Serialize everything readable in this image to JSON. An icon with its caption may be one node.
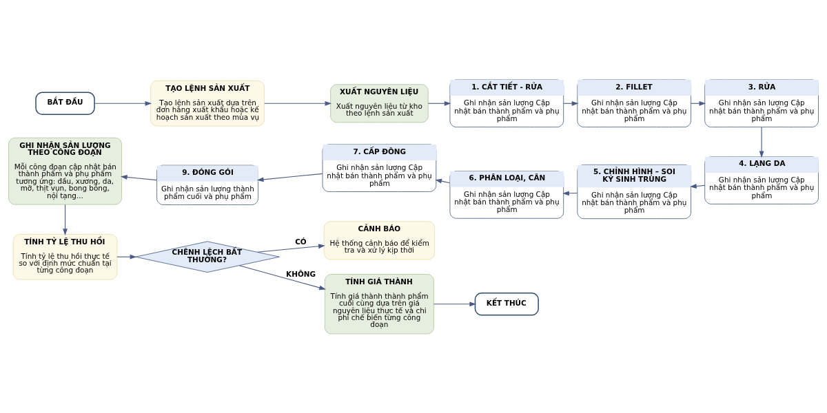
{
  "diagram": {
    "nodes": [
      {
        "text": [
          "BẮT ĐẦU"
        ]
      },
      {
        "text": [
          "TẠO LỆNH SẢN XUẤT",
          "Tạo lệnh sản xuất dựa trên đơn hàng xuất khẩu hoặc kế hoạch sản xuất theo mùa vụ"
        ]
      },
      {
        "text": [
          "XUẤT NGUYÊN LIỆU",
          "Xuất nguyên liệu từ kho theo lệnh sản xuất"
        ]
      },
      {
        "text": [
          "1. CẮT TIẾT - RỬA",
          "Ghi nhận sản lượng Cập nhật bán thành phẩm và phụ phẩm"
        ]
      },
      {
        "text": [
          "2. FILLET",
          "Ghi nhận sản lượng Cập nhật bán thành phẩm và phụ phẩm"
        ]
      },
      {
        "text": [
          "3. RỬA",
          "Ghi nhận sản lượng Cập nhật bán thành phẩm và phụ phẩm"
        ]
      },
      {
        "text": [
          "4. LẠNG DA",
          "Ghi nhận sản lượng Cập nhật bán thành phẩm và phụ phẩm"
        ]
      },
      {
        "text": [
          "5. CHỈNH HÌNH – SOI KÝ SINH TRÙNG",
          "Ghi nhận sản lượng Cập nhật bán thành phẩm và phụ phẩm"
        ]
      },
      {
        "text": [
          "6. PHÂN LOẠI, CÂN",
          "Ghi nhận sản lượng Cập nhật bán thành phẩm và phụ phẩm"
        ]
      },
      {
        "text": [
          "7. CẤP ĐÔNG",
          "Ghi nhận sản lượng Cập nhật bán thành phẩm và phụ phẩm"
        ]
      },
      {
        "text": [
          "9. ĐÓNG GÓI",
          "Ghi nhận sản lượng thành phẩm cuối và phụ phẩm"
        ]
      },
      {
        "text": [
          "GHI NHẬN SẢN LƯỢNG THEO CÔNG ĐOẠN",
          "Mỗi công đoạn cập nhật bán thành phẩm và phụ phẩm tương ứng: đầu, xương, da, mỡ, thịt vụn, bong bóng, nội tạng..."
        ]
      },
      {
        "text": [
          "TÍNH TỶ LỆ THU HỒI",
          "Tính tỷ lệ thu hồi thực tế so với định mức chuẩn tại từng công đoạn"
        ]
      },
      {
        "text": [
          "CHÊNH LỆCH BẤT THƯỜNG?"
        ]
      },
      {
        "text": [
          "CẢNH BÁO",
          "Hệ thống cảnh báo để kiểm tra và xử lý kịp thời"
        ]
      },
      {
        "text": [
          "TÍNH GIÁ THÀNH",
          "Tính giá thành thành phẩm cuối cùng dựa trên giá nguyên liệu thực tế và chi phí chế biến từng công đoạn"
        ]
      },
      {
        "text": [
          "KẾT THÚC"
        ]
      }
    ],
    "edges": [
      {
        "from": 0,
        "to": 1,
        "arrow": "to"
      },
      {
        "from": 1,
        "to": 2,
        "arrow": "to"
      },
      {
        "from": 2,
        "to": 3,
        "arrow": "to"
      },
      {
        "from": 3,
        "to": 4,
        "arrow": "to"
      },
      {
        "from": 4,
        "to": 5,
        "arrow": "to"
      },
      {
        "from": 5,
        "to": 6,
        "arrow": "to"
      },
      {
        "from": 6,
        "to": 7,
        "arrow": "to"
      },
      {
        "from": 7,
        "to": 8,
        "arrow": "to"
      },
      {
        "from": 8,
        "to": 9,
        "arrow": "to"
      },
      {
        "from": 9,
        "to": 10,
        "arrow": "to"
      },
      {
        "from": 10,
        "to": 11,
        "arrow": "to"
      },
      {
        "from": 11,
        "to": 12,
        "arrow": "to"
      },
      {
        "from": 12,
        "to": 13,
        "arrow": "to"
      },
      {
        "from": 13,
        "to": 14,
        "arrow": "to",
        "label": "CÓ"
      },
      {
        "from": 13,
        "to": 15,
        "arrow": "to",
        "label": "KHÔNG"
      },
      {
        "from": 15,
        "to": 16,
        "arrow": "to"
      }
    ]
  }
}
